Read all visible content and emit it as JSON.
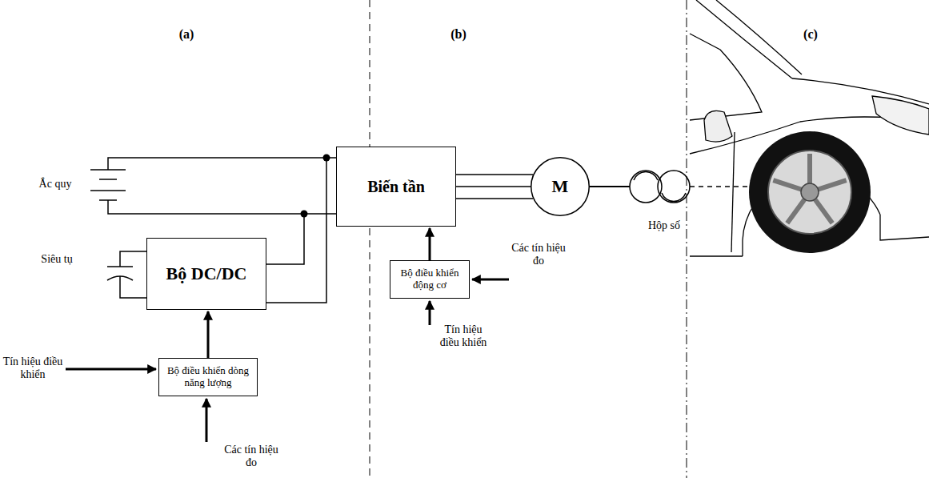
{
  "diagram": {
    "nodes": [
      {
        "text": [
          "Bộ DC/DC"
        ]
      },
      {
        "text": [
          "Bộ điều khiển dòng năng lượng"
        ]
      },
      {
        "text": [
          "Biến tần"
        ]
      },
      {
        "text": [
          "Bộ điều khiển động cơ"
        ]
      },
      {
        "text": [
          "M"
        ]
      }
    ],
    "edges": [
      {
        "from": 1,
        "to": 0,
        "arrow": "to"
      },
      {
        "from": 3,
        "to": 2,
        "arrow": "to"
      },
      {
        "from": 2,
        "to": 4,
        "arrow": "none"
      },
      {
        "from": 2,
        "to": 4,
        "arrow": "none"
      },
      {
        "from": 2,
        "to": 4,
        "arrow": "none"
      }
    ],
    "labels": [
      "(a)",
      "(b)",
      "(c)",
      "Ắc quy",
      "Siêu tụ",
      "Tín hiệu điều khiển",
      "Các tín hiệu đo",
      "Các tín hiệu đo",
      "Tín hiệu điều khiển",
      "Hộp số"
    ]
  }
}
